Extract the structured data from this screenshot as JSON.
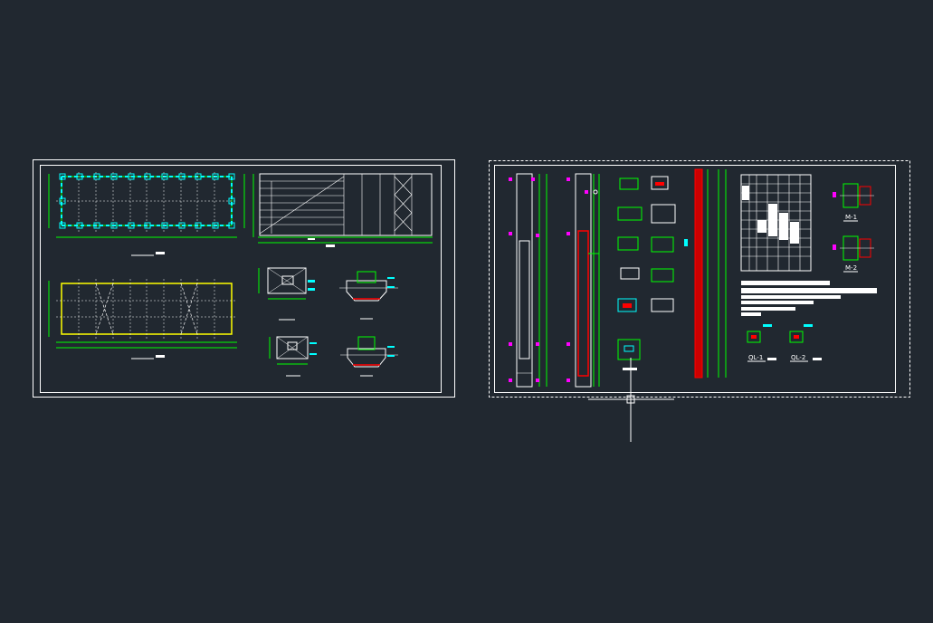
{
  "viewport": {
    "background": "#212830"
  },
  "colors": {
    "frame": "#ffffff",
    "green": "#00ff00",
    "cyan": "#00ffff",
    "magenta": "#ff00ff",
    "red": "#ff0000",
    "yellow": "#ffff00"
  },
  "sheet_right": {
    "detail_labels": [
      "M-1",
      "M-2",
      "QL-1",
      "QL-2"
    ]
  },
  "cursor": {
    "icon": "crosshair-cursor-icon"
  }
}
